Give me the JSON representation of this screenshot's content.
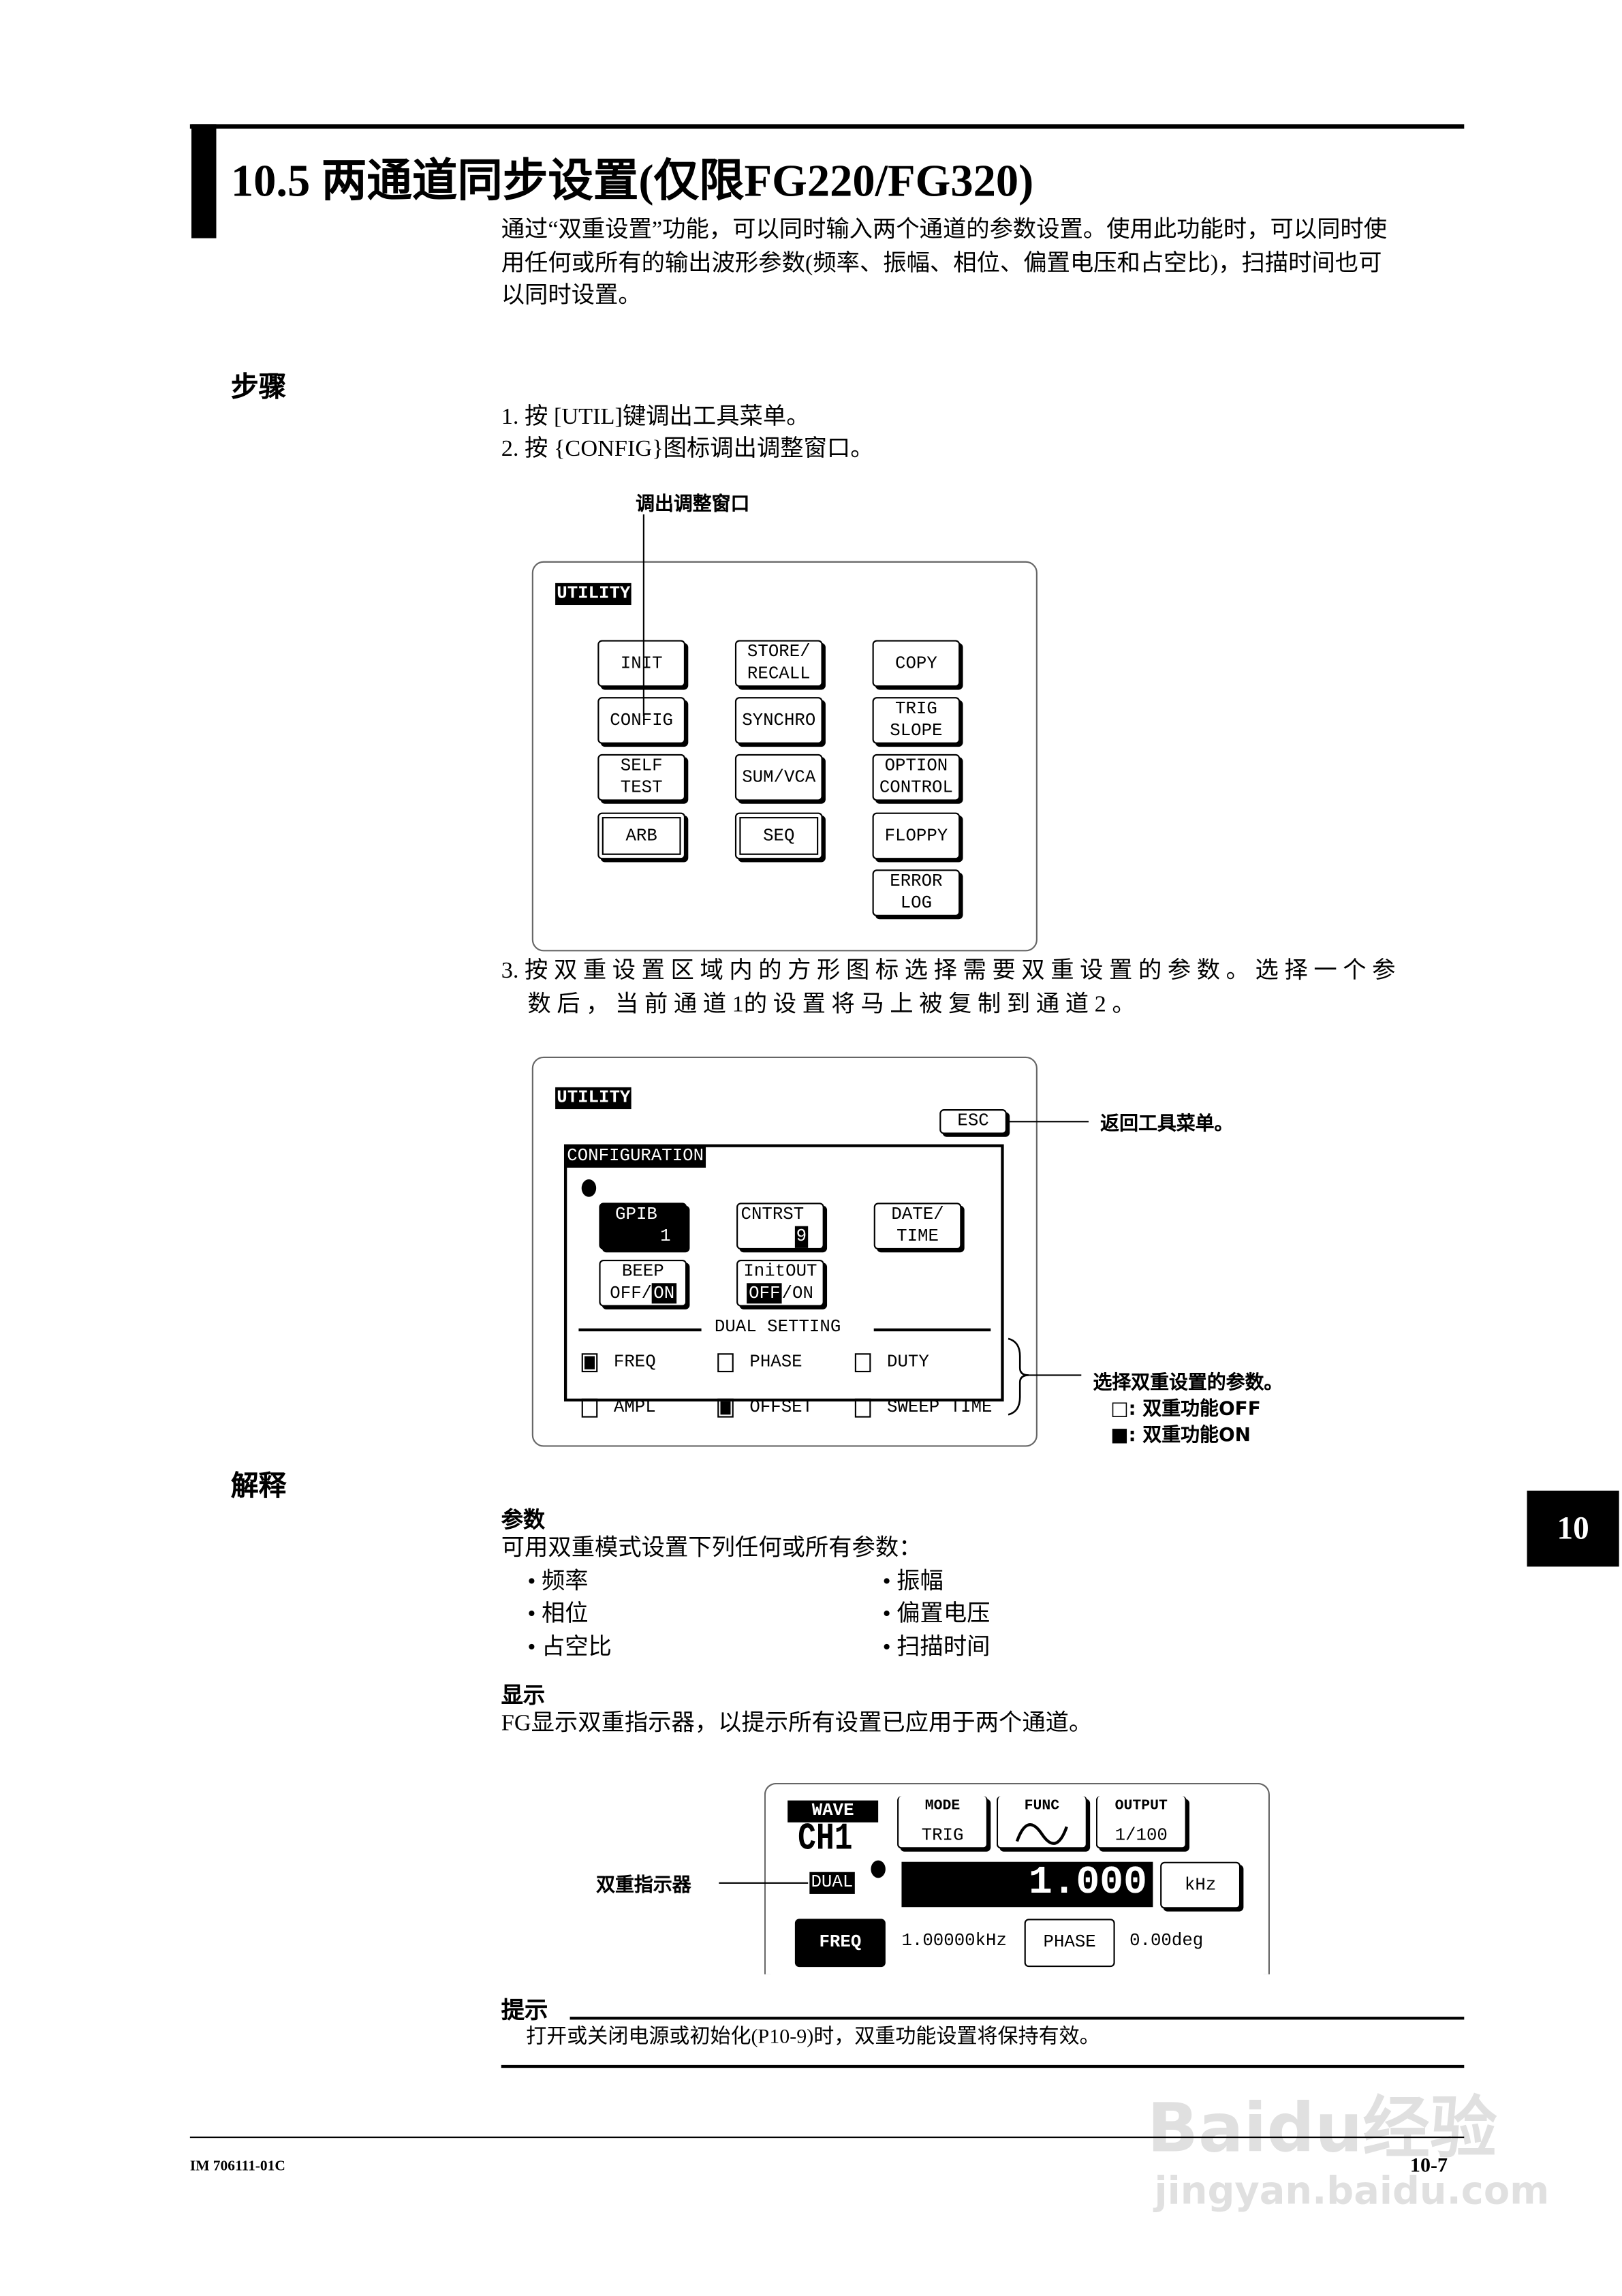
{
  "section": {
    "title": "10.5  两通道同步设置(仅限FG220/FG320)",
    "intro": [
      "通过“双重设置”功能，可以同时输入两个通道的参数设置。使用此功能时，可以同时使",
      "用任何或所有的输出波形参数(频率、振幅、相位、偏置电压和占空比)，扫描时间也可",
      "以同时设置。"
    ]
  },
  "procedure": {
    "heading": "步骤",
    "steps": [
      "1.  按 [UTIL]键调出工具菜单。",
      "2.  按 {CONFIG}图标调出调整窗口。"
    ],
    "step3": [
      "3.  按 双 重 设 置 区 域 内 的 方 形 图 标 选 择 需 要 双 重 设 置 的 参 数 。 选 择 一 个 参",
      "数 后 ， 当 前 通 道 1的 设 置 将 马 上 被 复 制 到 通 道 2 。"
    ],
    "callout_config": "调出调整窗口"
  },
  "utility_screen": {
    "title": "UTILITY",
    "buttons": [
      {
        "label": [
          "INIT"
        ]
      },
      {
        "label": [
          "STORE/",
          "RECALL"
        ]
      },
      {
        "label": [
          "COPY"
        ]
      },
      {
        "label": [
          "CONFIG"
        ]
      },
      {
        "label": [
          "SYNCHRO"
        ]
      },
      {
        "label": [
          "TRIG",
          "SLOPE"
        ]
      },
      {
        "label": [
          "SELF",
          "TEST"
        ]
      },
      {
        "label": [
          "SUM/VCA"
        ]
      },
      {
        "label": [
          "OPTION",
          "CONTROL"
        ]
      },
      {
        "label": [
          "ARB"
        ]
      },
      {
        "label": [
          "SEQ"
        ]
      },
      {
        "label": [
          "FLOPPY"
        ]
      },
      {
        "label": [
          "ERROR",
          "LOG"
        ]
      }
    ]
  },
  "config_screen": {
    "title": "UTILITY",
    "esc": "ESC",
    "esc_callout": "返回工具菜单。",
    "box_title": "CONFIGURATION",
    "gpib": {
      "label": "GPIB",
      "value": "1"
    },
    "cntrst": {
      "label": "CNTRST",
      "value": "9"
    },
    "datetime": [
      "DATE/",
      "TIME"
    ],
    "beep": {
      "label": "BEEP",
      "off": "OFF",
      "sep": "/",
      "on": "ON",
      "selected": "ON"
    },
    "initout": {
      "label": "InitOUT",
      "off": "OFF",
      "sep": "/",
      "on": "ON",
      "selected": "OFF"
    },
    "dual_heading": "DUAL SETTING",
    "dual": [
      {
        "label": "FREQ",
        "on": true
      },
      {
        "label": "PHASE",
        "on": false
      },
      {
        "label": "DUTY",
        "on": false
      },
      {
        "label": "AMPL",
        "on": false
      },
      {
        "label": "OFFSET",
        "on": true
      },
      {
        "label": "SWEEP TIME",
        "on": false
      }
    ],
    "callout": "选择双重设置的参数。",
    "legend_off": "□:  双重功能OFF",
    "legend_on": "■:  双重功能ON"
  },
  "explanation": {
    "heading": "解释",
    "params_heading": "参数",
    "params_text": "可用双重模式设置下列任何或所有参数：",
    "params": [
      "• 频率",
      "• 振幅",
      "• 相位",
      "• 偏置电压",
      "• 占空比",
      "• 扫描时间"
    ],
    "display_heading": "显示",
    "display_text": "FG显示双重指示器，以提示所有设置已应用于两个通道。"
  },
  "main_screen": {
    "wave": "WAVE",
    "channel": "CH1",
    "mode_label": "MODE",
    "mode_value": "TRIG",
    "func_label": "FUNC",
    "func_icon": "sine-wave-icon",
    "output_label": "OUTPUT",
    "output_value": "1/100",
    "dual": "DUAL",
    "value": "1.000",
    "unit": "kHz",
    "freq": "FREQ",
    "freq_value": "1.00000kHz",
    "phase": "PHASE",
    "phase_value": "0.00deg",
    "callout": "双重指示器"
  },
  "note": {
    "heading": "提示",
    "text": "打开或关闭电源或初始化(P10-9)时，双重功能设置将保持有效。"
  },
  "footer": {
    "doc_id": "IM 706111-01C",
    "page": "10-7",
    "chapter_tab": "10"
  },
  "watermark": {
    "logo": "Baidu经验",
    "url": "jingyan.baidu.com"
  }
}
